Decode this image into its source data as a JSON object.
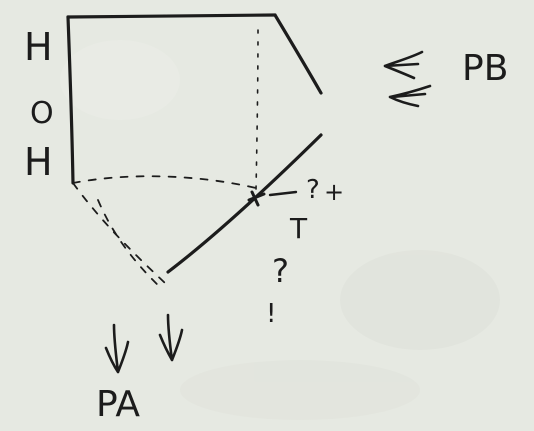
{
  "labels": {
    "left_stack": [
      "H",
      "O",
      "H"
    ],
    "pb": "PB",
    "pa": "PA",
    "q_upper": "?",
    "q_upper_mark": "+",
    "t_mark": "T",
    "q_lower": "?",
    "bar_mark": "!"
  },
  "colors": {
    "paper": "#e6e9e2",
    "ink": "#1c1c1c"
  },
  "icons": [
    "arrow-left-icon",
    "arrow-down-icon"
  ]
}
